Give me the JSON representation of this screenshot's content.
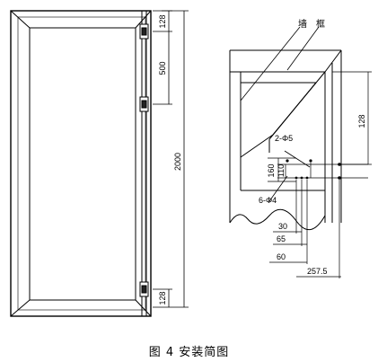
{
  "caption": "图 4  安装简图",
  "door_view": {
    "dim_top": "128",
    "dim_hinge_spacing": "500",
    "dim_height": "2000",
    "dim_bottom": "128"
  },
  "detail_view": {
    "label_wall": "墙",
    "label_frame": "框",
    "dim_128": "128",
    "label_2phi5": "2-Φ5",
    "label_6phi4": "6-Φ4",
    "dim_160": "160",
    "dim_110": "110",
    "dim_30": "30",
    "dim_65": "65",
    "dim_60": "60",
    "dim_257_5": "257.5"
  }
}
